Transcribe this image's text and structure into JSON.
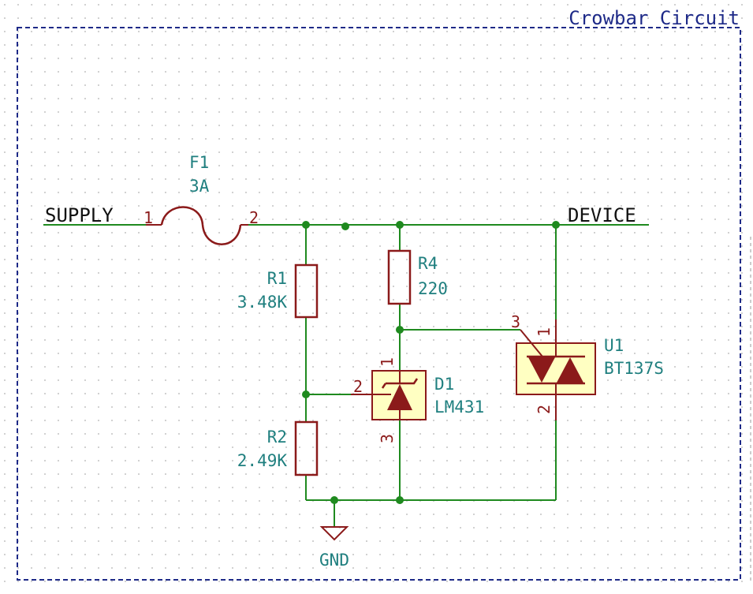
{
  "sheet": {
    "title": "Crowbar Circuit",
    "colors": {
      "background": "#ffffff",
      "grid": "#b0b0b0",
      "border": "#1e2a88",
      "wire": "#1f8a1f",
      "symbol": "#8b1a1a",
      "body_fill": "#ffffc2",
      "label_text": "#1f7f7f",
      "net_label": "#111111",
      "title_text": "#1e2a88"
    }
  },
  "nets": {
    "supply": "SUPPLY",
    "device": "DEVICE",
    "gnd": "GND"
  },
  "components": {
    "f1": {
      "ref": "F1",
      "value": "3A",
      "pin1": "1",
      "pin2": "2"
    },
    "r1": {
      "ref": "R1",
      "value": "3.48K"
    },
    "r2": {
      "ref": "R2",
      "value": "2.49K"
    },
    "r4": {
      "ref": "R4",
      "value": "220"
    },
    "d1": {
      "ref": "D1",
      "value": "LM431",
      "pin1": "1",
      "pin2": "2",
      "pin3": "3"
    },
    "u1": {
      "ref": "U1",
      "value": "BT137S",
      "pin1": "1",
      "pin2": "2",
      "pin3": "3"
    }
  }
}
